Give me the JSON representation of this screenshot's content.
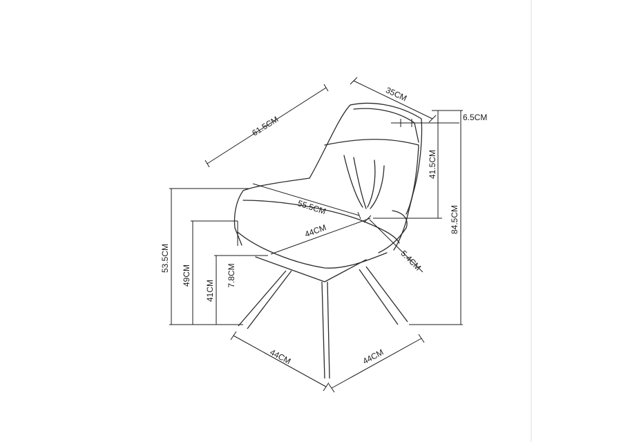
{
  "dimensions": {
    "back_depth": "35CM",
    "back_thickness": "6.5CM",
    "overall_width": "61.5CM",
    "backrest_height": "41.5CM",
    "total_height": "84.5CM",
    "seat_diagonal": "55.5CM",
    "seat_width": "44CM",
    "cushion_thickness": "5.4CM",
    "armrest_height": "53.5CM",
    "seat_height": "49CM",
    "base_height": "41CM",
    "arm_to_seat": "7.8CM",
    "base_left": "44CM",
    "base_right": "44CM"
  },
  "colors": {
    "line": "#1a1a1a",
    "divider": "#dcdcdc"
  }
}
